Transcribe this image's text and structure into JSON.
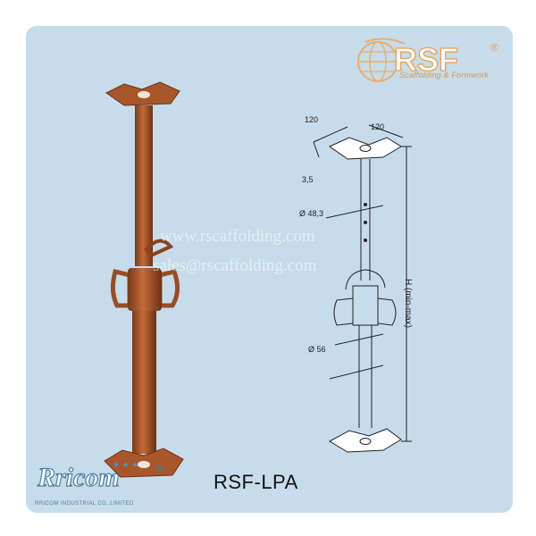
{
  "brand_top": {
    "logo_text": "RSF",
    "registered_mark": "®",
    "tagline": "Scaffolding & Formwork"
  },
  "brand_bottom": {
    "logo_text": "Rricom",
    "registered_mark": "®",
    "company": "RRICOM INDUSTRIAL CO.,LIMITED"
  },
  "product": {
    "model": "RSF-LPA"
  },
  "watermark": {
    "line1": "www.rscaffolding.com",
    "line2": "sales@rscaffolding.com"
  },
  "dimensions": {
    "plate_width_left": "120",
    "plate_width_right": "120",
    "plate_thickness": "3,5",
    "inner_tube": "Ø 48,3",
    "outer_tube": "Ø 56",
    "height": "H (min-max)"
  },
  "colors": {
    "panel_bg": "#c6dcea",
    "prop_color": "#a8562a",
    "logo_blue": "#3a7fb5",
    "logo_orange": "#e8a050"
  }
}
